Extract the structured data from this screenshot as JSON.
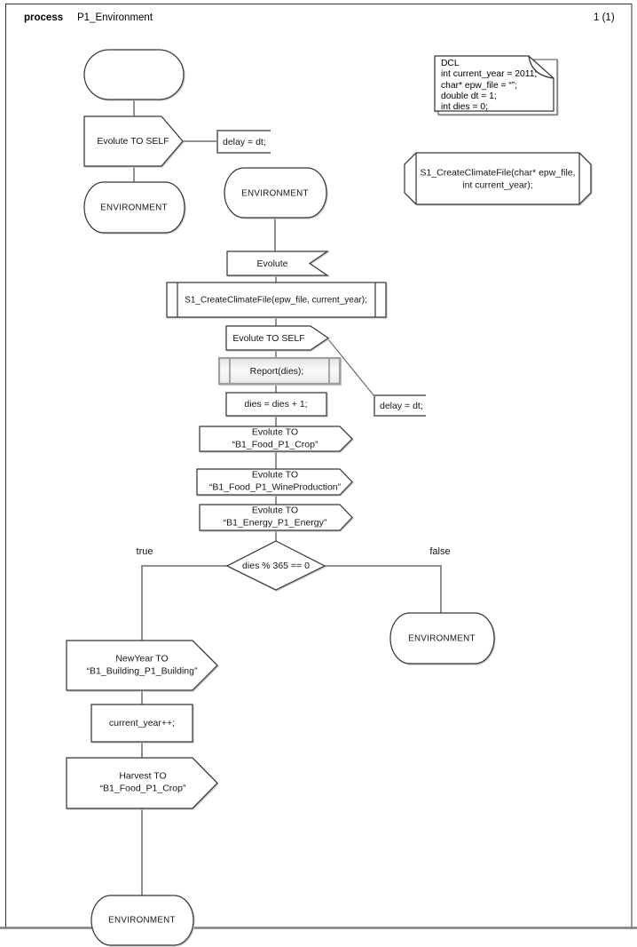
{
  "header": {
    "kind": "process",
    "name": "P1_Environment",
    "page": "1 (1)"
  },
  "declaration_note": {
    "lines": [
      "DCL",
      "int current_year = 2011;",
      "char* epw_file = “”;",
      "double dt = 1;",
      "int dies = 0;"
    ]
  },
  "procedure_declaration": {
    "lines": [
      "S1_CreateClimateFile(char* epw_file,",
      "int current_year);"
    ]
  },
  "nodes": {
    "output_evolute_self_1": {
      "label": "Evolute TO SELF"
    },
    "comment_delay_1": {
      "label": "delay = dt;"
    },
    "state_environment_1": {
      "label": "ENVIRONMENT"
    },
    "state_environment_2": {
      "label": "ENVIRONMENT"
    },
    "input_evolute": {
      "label": "Evolute"
    },
    "call_create_climate_file": {
      "label": "S1_CreateClimateFile(epw_file, current_year);"
    },
    "output_evolute_self_2": {
      "label": "Evolute TO SELF"
    },
    "comment_delay_2": {
      "label": "delay = dt;"
    },
    "call_report": {
      "label": "Report(dies);"
    },
    "task_dies_increment": {
      "label": "dies = dies + 1;"
    },
    "output_evolute_crop": {
      "lines": [
        "Evolute TO",
        "“B1_Food_P1_Crop”"
      ]
    },
    "output_evolute_wine": {
      "lines": [
        "Evolute TO",
        "“B1_Food_P1_WineProduction”"
      ]
    },
    "output_evolute_energy": {
      "lines": [
        "Evolute TO",
        "“B1_Energy_P1_Energy”"
      ]
    },
    "decision_dies_mod_365": {
      "label": "dies % 365 == 0",
      "true_label": "true",
      "false_label": "false"
    },
    "state_environment_false": {
      "label": "ENVIRONMENT"
    },
    "output_newyear_building": {
      "lines": [
        "NewYear TO",
        "“B1_Building_P1_Building”"
      ]
    },
    "task_current_year_increment": {
      "label": "current_year++;"
    },
    "output_harvest_crop": {
      "lines": [
        "Harvest TO",
        "“B1_Food_P1_Crop”"
      ]
    },
    "state_environment_bottom": {
      "label": "ENVIRONMENT"
    }
  },
  "colors": {
    "shape_border": "#383838",
    "connector": "#6b6b6b",
    "comment_bracket": "#7f7f7f",
    "selected_border": "#9e9e9e",
    "selected_fill": "#ededed",
    "frame_bottom": "#7f7f7f"
  }
}
